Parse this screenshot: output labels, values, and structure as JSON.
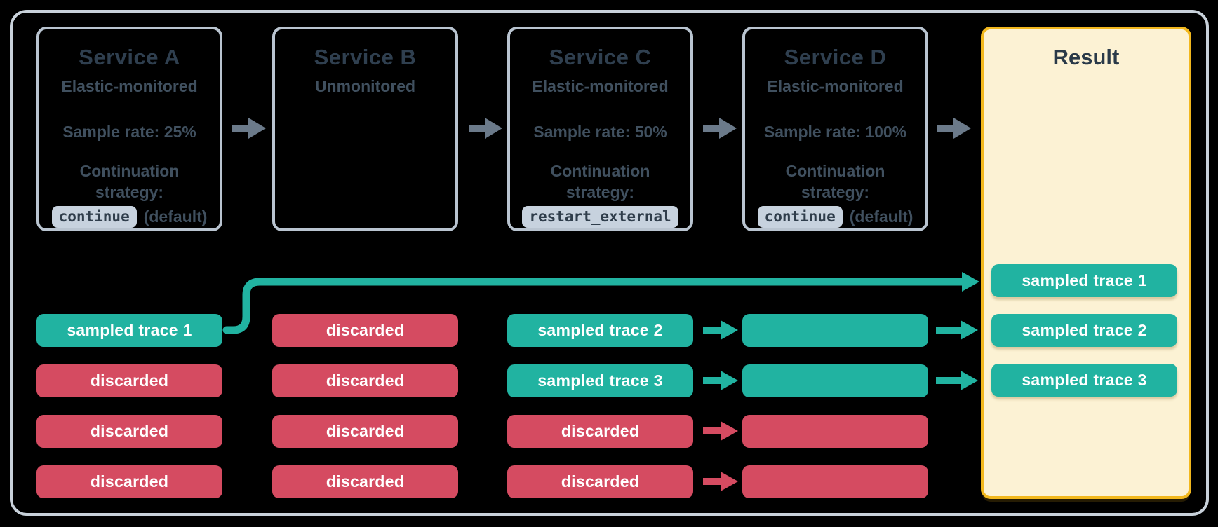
{
  "colors": {
    "background": "#000000",
    "outer_border": "#C8D1DA",
    "service_border": "#B9C4D0",
    "title_text": "#2F3F4F",
    "body_text": "#40505F",
    "code_badge_bg": "#C7D2DE",
    "sampled_teal": "#21B3A1",
    "discarded_red": "#D54B61",
    "flow_arrow_gray": "#6B7A8A",
    "result_bg": "#FCF2D4",
    "result_border": "#F2B81E",
    "trace_text": "#FFFFFF"
  },
  "services": [
    {
      "title": "Service A",
      "monitoring": "Elastic-monitored",
      "sample_rate": "Sample rate: 25%",
      "strategy_label": "Continuation strategy:",
      "strategy_code": "continue",
      "strategy_note": "(default)"
    },
    {
      "title": "Service B",
      "monitoring": "Unmonitored"
    },
    {
      "title": "Service C",
      "monitoring": "Elastic-monitored",
      "sample_rate": "Sample rate: 50%",
      "strategy_label": "Continuation strategy:",
      "strategy_code": "restart_external"
    },
    {
      "title": "Service D",
      "monitoring": "Elastic-monitored",
      "sample_rate": "Sample rate: 100%",
      "strategy_label": "Continuation strategy:",
      "strategy_code": "continue",
      "strategy_note": "(default)"
    }
  ],
  "columns": {
    "a": [
      {
        "label": "sampled trace 1",
        "status": "sampled"
      },
      {
        "label": "discarded",
        "status": "discarded"
      },
      {
        "label": "discarded",
        "status": "discarded"
      },
      {
        "label": "discarded",
        "status": "discarded"
      }
    ],
    "b": [
      {
        "label": "discarded",
        "status": "discarded"
      },
      {
        "label": "discarded",
        "status": "discarded"
      },
      {
        "label": "discarded",
        "status": "discarded"
      },
      {
        "label": "discarded",
        "status": "discarded"
      }
    ],
    "c": [
      {
        "label": "sampled trace 2",
        "status": "sampled"
      },
      {
        "label": "sampled trace 3",
        "status": "sampled"
      },
      {
        "label": "discarded",
        "status": "discarded"
      },
      {
        "label": "discarded",
        "status": "discarded"
      }
    ],
    "d": [
      {
        "label": "",
        "status": "sampled"
      },
      {
        "label": "",
        "status": "sampled"
      },
      {
        "label": "",
        "status": "discarded"
      },
      {
        "label": "",
        "status": "discarded"
      }
    ]
  },
  "result": {
    "title": "Result",
    "rows": [
      {
        "label": "sampled trace 1",
        "status": "sampled"
      },
      {
        "label": "sampled trace 2",
        "status": "sampled"
      },
      {
        "label": "sampled trace 3",
        "status": "sampled"
      }
    ]
  },
  "icons": [
    "arrow-right-icon",
    "trace-flow-connector-icon"
  ]
}
